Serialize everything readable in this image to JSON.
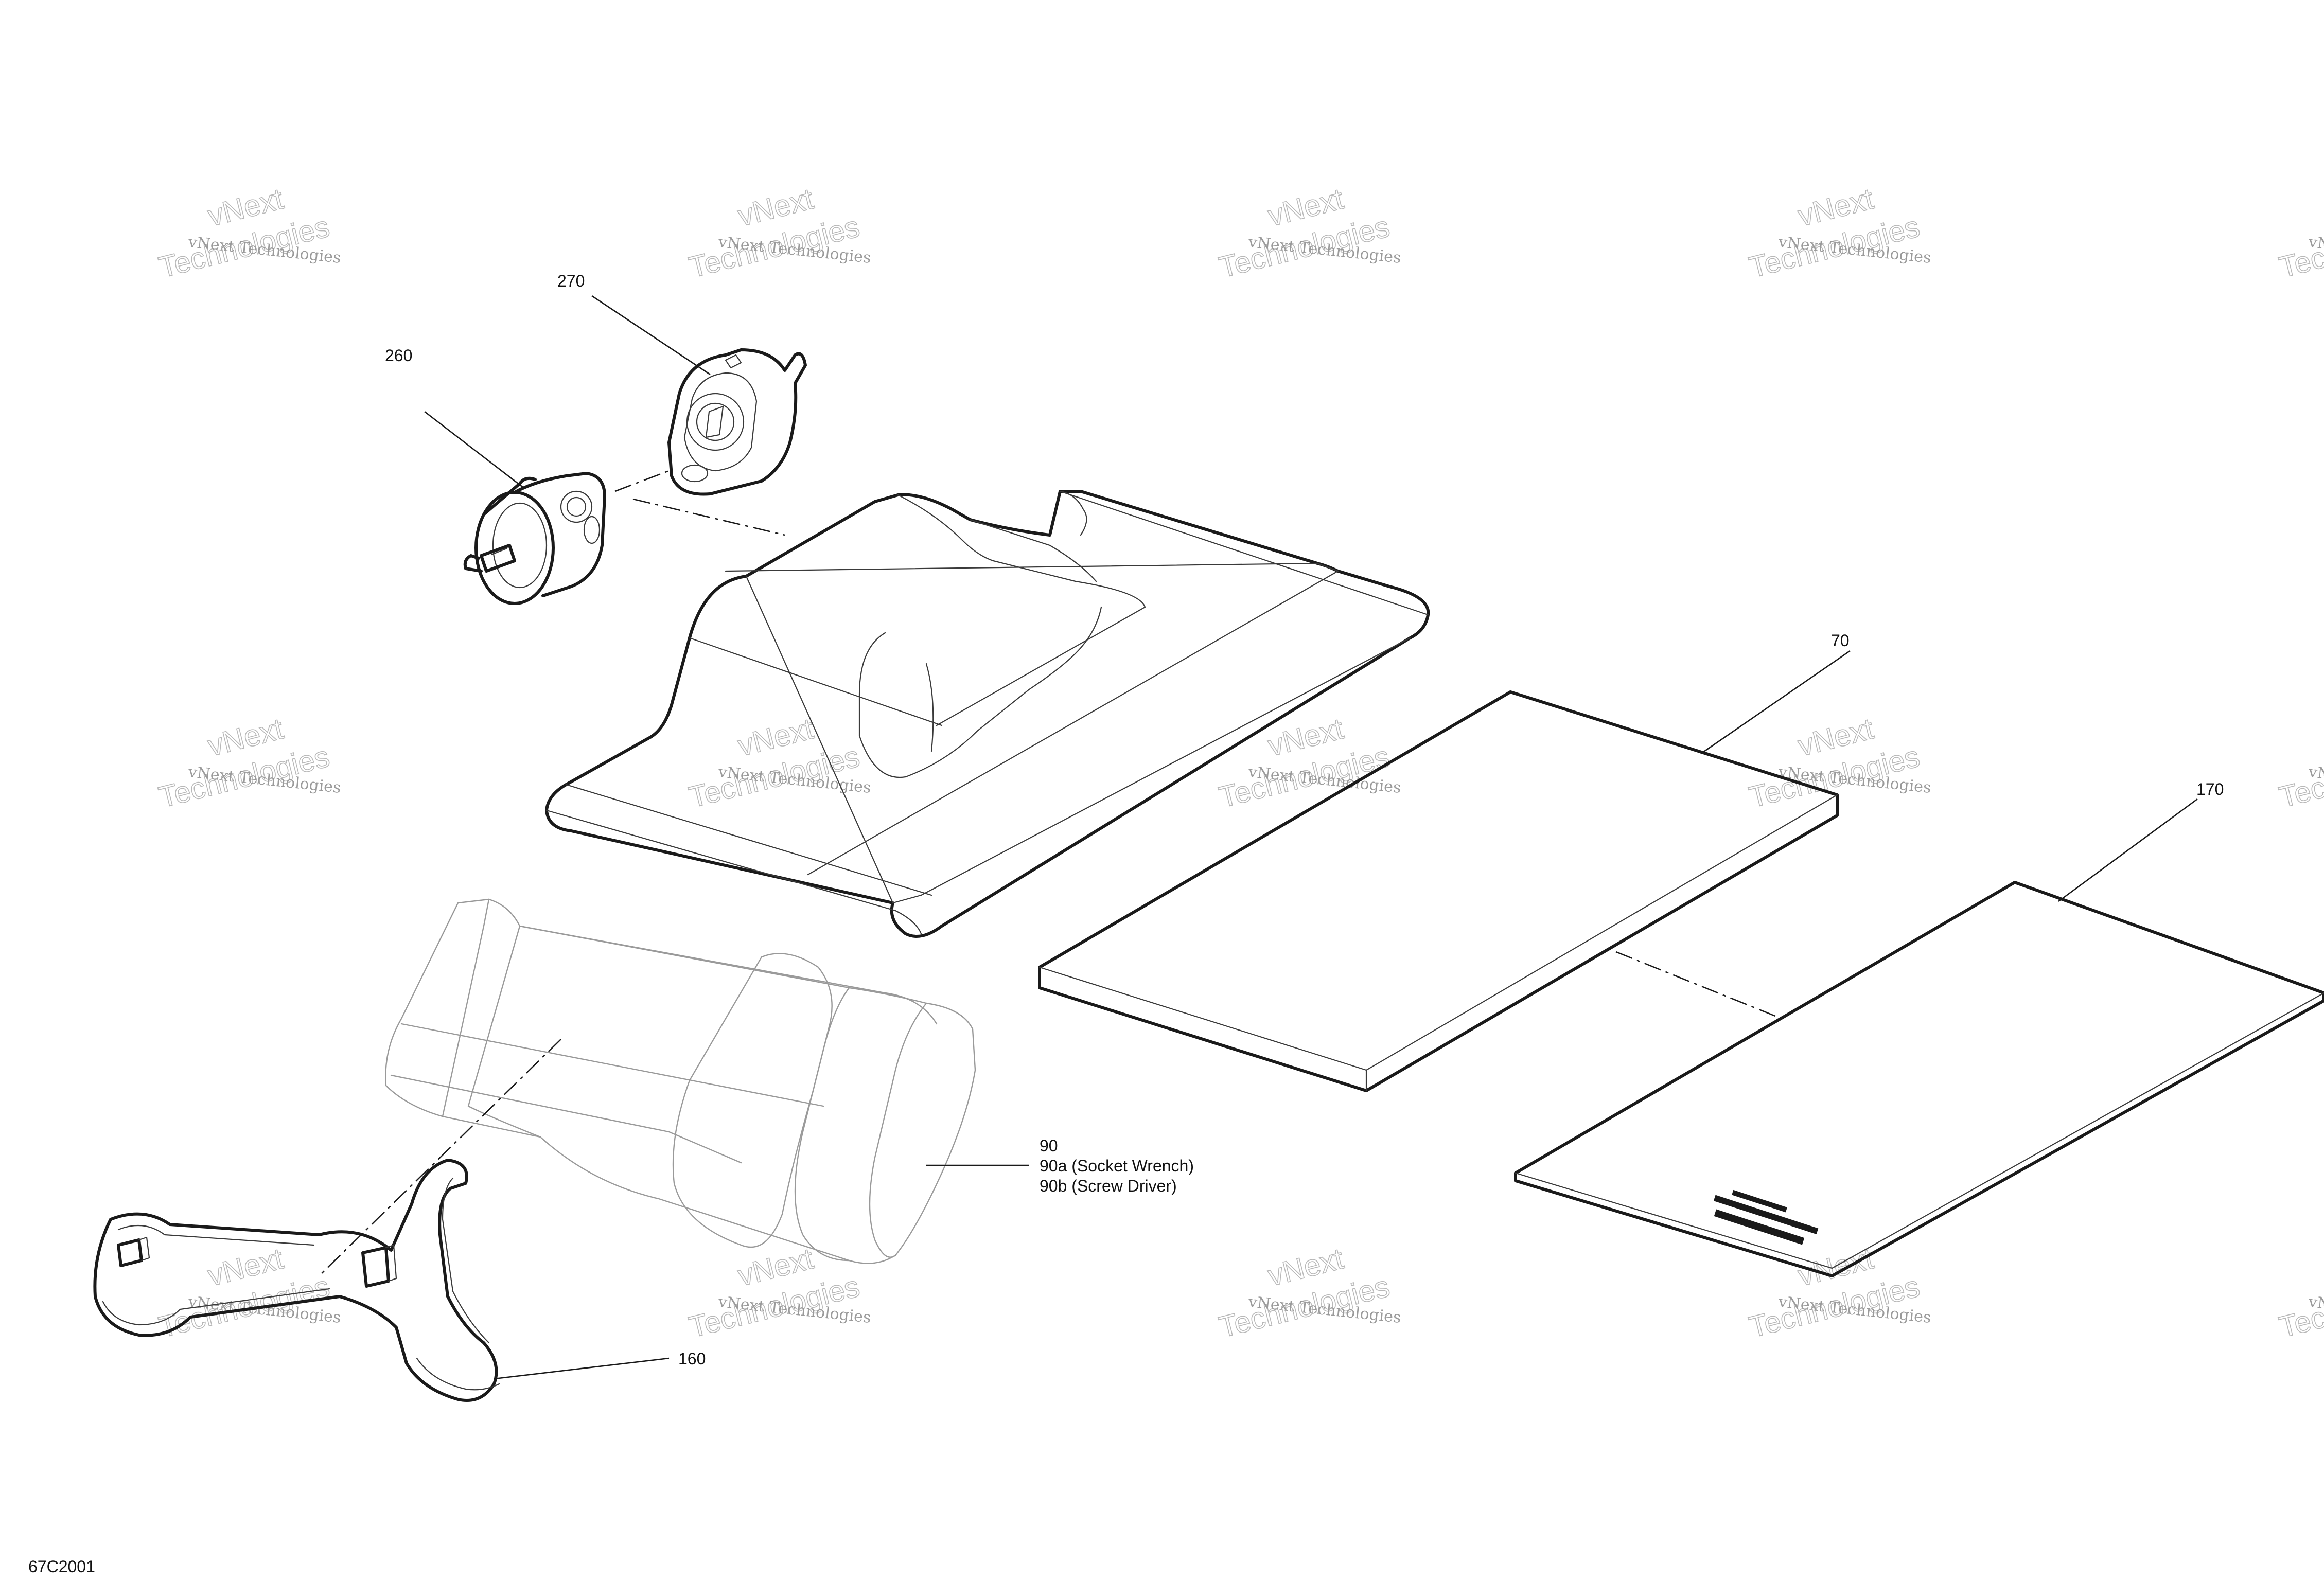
{
  "watermark": {
    "line1": "vNext",
    "line2": "vNext Technologies",
    "line3": "Technologies"
  },
  "callouts": {
    "c270": "270",
    "c260": "260",
    "c70": "70",
    "c170": "170",
    "c90": "90",
    "c90a": "90a (Socket Wrench)",
    "c90b": "90b (Screw Driver)",
    "c160": "160"
  },
  "footer": {
    "drawing_code": "67C2001"
  },
  "colors": {
    "line": "#1a1a1a",
    "ghost_line": "#9a9a9a",
    "watermark": "#9a9a9a",
    "background": "#ffffff"
  }
}
